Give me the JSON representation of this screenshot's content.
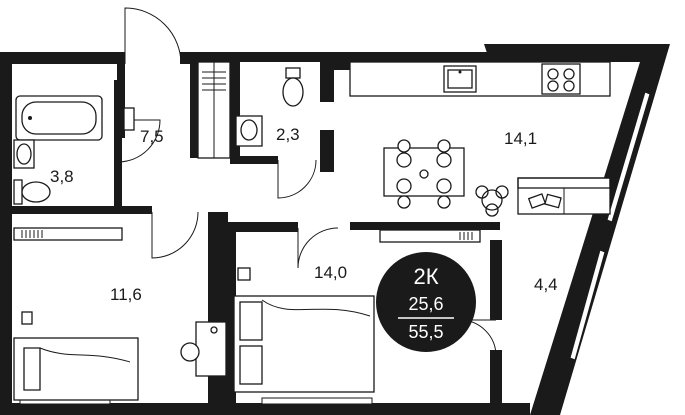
{
  "plan": {
    "rooms": [
      {
        "id": "bathroom",
        "area": "3,8"
      },
      {
        "id": "hall",
        "area": "7,5"
      },
      {
        "id": "wc",
        "area": "2,3"
      },
      {
        "id": "kitchen-living",
        "area": "14,1"
      },
      {
        "id": "bedroom-left",
        "area": "11,6"
      },
      {
        "id": "bedroom-right",
        "area": "14,0"
      },
      {
        "id": "wardrobe",
        "area": "4,4"
      }
    ],
    "badge": {
      "type": "2К",
      "living_area": "25,6",
      "total_area": "55,5",
      "color": "#1a1a1a"
    },
    "wall_color": "#1a1a1a",
    "background": "#ffffff"
  }
}
